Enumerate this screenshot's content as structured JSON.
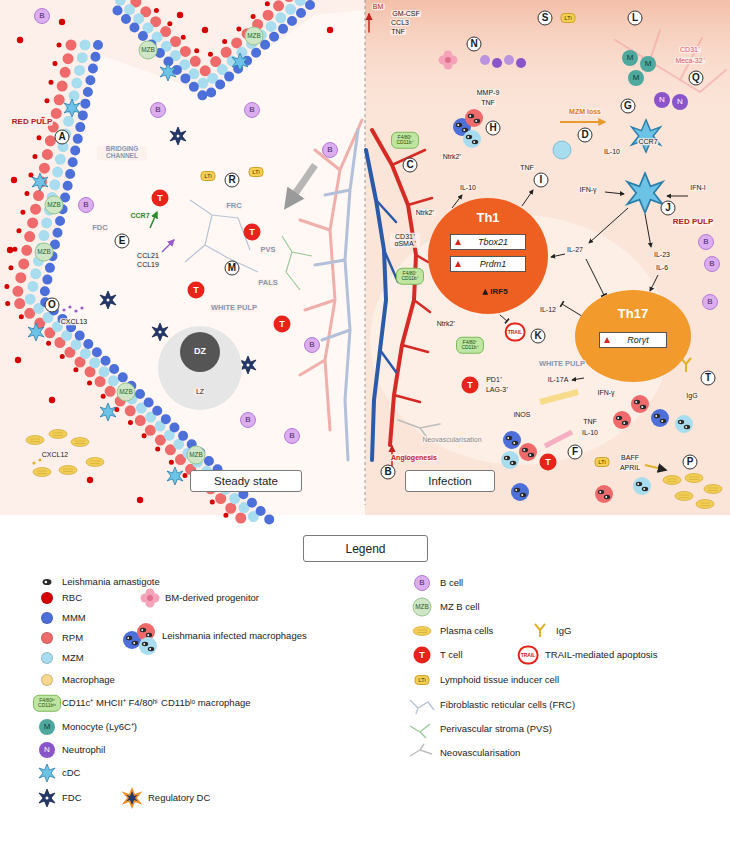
{
  "diagram": {
    "nodes": [
      {
        "text": [
          "Th1"
        ]
      },
      {
        "text": [
          "Tbox21"
        ],
        "in": 0
      },
      {
        "text": [
          "Prdm1"
        ],
        "in": 0
      },
      {
        "text": [
          "Th17"
        ]
      },
      {
        "text": [
          "Rorγt"
        ],
        "in": 3
      },
      {
        "text": [
          "Steady state"
        ]
      },
      {
        "text": [
          "Infection"
        ]
      },
      {
        "text": [
          "Legend"
        ]
      }
    ],
    "labels": [
      "RED PULP",
      "A",
      "BRIDGING CHANNEL",
      "LTi",
      "T",
      "R",
      "CCR7",
      "FRC",
      "FDC",
      "E",
      "CCL21",
      "CCL19",
      "T",
      "PVS",
      "M",
      "PALS",
      "T",
      "WHITE PULP",
      "T",
      "O",
      "CXCL13",
      "DZ",
      "LZ",
      "CXCL12",
      "B",
      "B",
      "B",
      "B",
      "B",
      "B",
      "B",
      "B",
      "MZB",
      "MZB",
      "MZB",
      "MZB",
      "MZB",
      "MZB",
      "LTi",
      "BM",
      "GM-CSF",
      "CCL3",
      "TNF",
      "N",
      "S",
      "LTi",
      "L",
      "M",
      "M",
      "M",
      "CD31⁺",
      "Meca-32⁺",
      "Q",
      "N",
      "N",
      "MMP-9",
      "TNF",
      "MZM loss",
      "G",
      "H",
      "D",
      "CCR7",
      "IL-10",
      "F4/80⁺ CD11b⁺",
      "C",
      "Ntrk2⁺",
      "TNF",
      "IL-10",
      "I",
      "IFN-γ",
      "IFN-I",
      "J",
      "RED PULP",
      "B",
      "B",
      "B",
      "Ntrk2⁺",
      "CD31⁺ αSMA⁺",
      "IL-27",
      "IL-23",
      "IL-6",
      "IRF5",
      "F4/80⁺ CD11b⁺",
      "Ntrk2⁺",
      "IL-12",
      "TRAIL",
      "K",
      "F4/80⁺ CD11b⁺",
      "WHITE PULP",
      "IL-17A",
      "IFN-γ",
      "T",
      "PD1⁺",
      "LAG-3⁺",
      "iNOS",
      "T",
      "IgG",
      "Neovascularisation",
      "Angiogenesis",
      "B",
      "TNF",
      "IL-10",
      "F",
      "T",
      "LTi",
      "BAFF",
      "APRIL",
      "P",
      "M",
      "N",
      "B",
      "MZB",
      "T",
      "TRAIL",
      "LTi",
      "F4/80ʰⁱ CD11bˡᵒ"
    ],
    "legend": [
      {
        "text": "Leishmania amastigote"
      },
      {
        "text": "RBC",
        "color": "#d40000"
      },
      {
        "text": "BM-derived progenitor"
      },
      {
        "text": "MMM",
        "color": "#4c6fd9"
      },
      {
        "text": "RPM",
        "color": "#ef6b6b"
      },
      {
        "text": "Leishmania infected macrophages"
      },
      {
        "text": "MZM",
        "color": "#a8dcef"
      },
      {
        "text": "Macrophage",
        "color": "#f7d78e"
      },
      {
        "text": "CD11c⁺ MHCII⁺ F4/80ʰⁱ CD11bˡᵒ macrophage"
      },
      {
        "text": "Monocyte (Ly6C⁺)"
      },
      {
        "text": "Neutrophil"
      },
      {
        "text": "cDC"
      },
      {
        "text": "FDC"
      },
      {
        "text": "Regulatory DC"
      },
      {
        "text": "B cell"
      },
      {
        "text": "MZ B cell"
      },
      {
        "text": "Plasma cells"
      },
      {
        "text": "IgG"
      },
      {
        "text": "T cell"
      },
      {
        "text": "TRAIL-mediated apoptosis"
      },
      {
        "text": "Lymphoid tissue inducer cell"
      },
      {
        "text": "Fibroblastic reticular cells (FRC)"
      },
      {
        "text": "Perivascular stroma (PVS)"
      },
      {
        "text": "Neovascularisation"
      }
    ]
  }
}
